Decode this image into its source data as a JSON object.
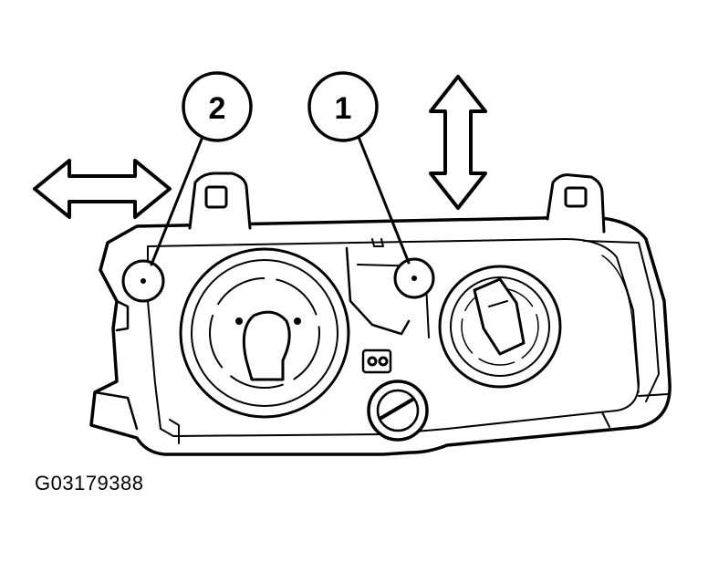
{
  "figure": {
    "id_label": "G03179388",
    "callouts": [
      {
        "number": "1"
      },
      {
        "number": "2"
      }
    ],
    "icons": [
      "horizontal-double-arrow-icon",
      "vertical-double-arrow-icon",
      "adjuster-screw-icon"
    ],
    "colors": {
      "line": "#000000",
      "background": "#ffffff"
    }
  }
}
